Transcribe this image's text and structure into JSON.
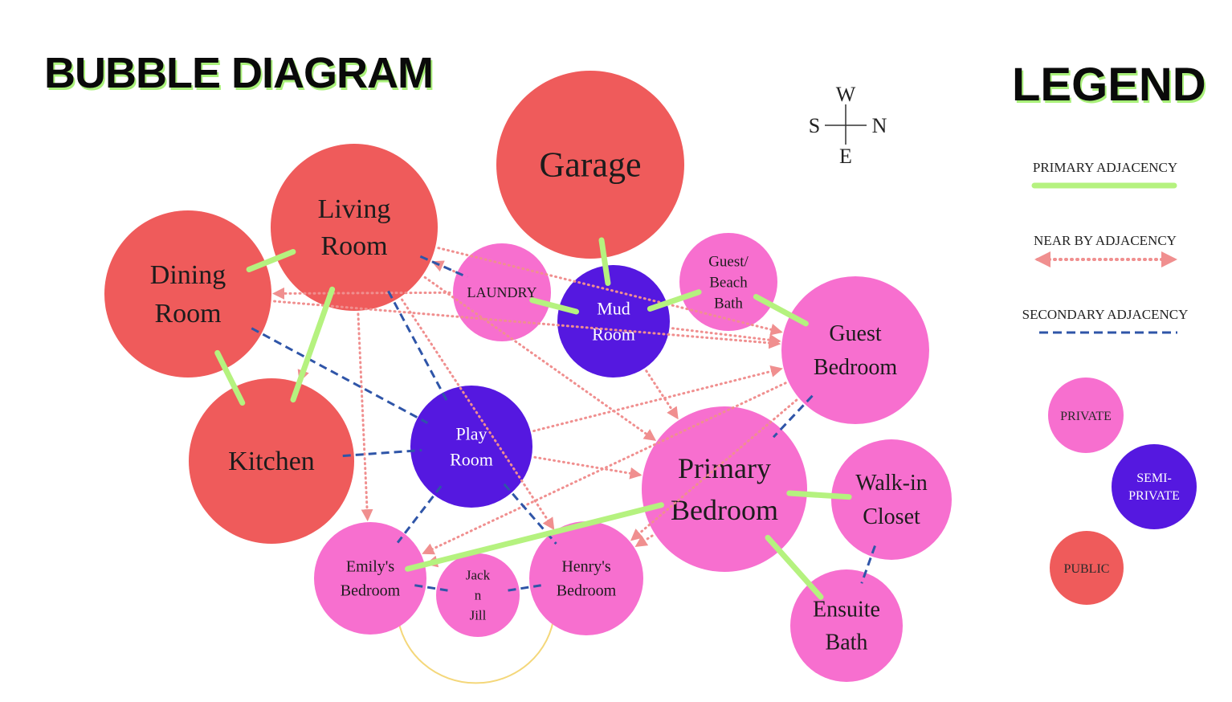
{
  "title": "BUBBLE DIAGRAM",
  "compass": {
    "north": "N",
    "south": "S",
    "east": "E",
    "west": "W"
  },
  "legend": {
    "title": "LEGEND",
    "primary": "PRIMARY ADJACENCY",
    "nearby": "NEAR BY ADJACENCY",
    "secondary": "SECONDARY ADJACENCY",
    "private": "PRIVATE",
    "semi_private": "SEMI-\nPRIVATE",
    "public": "PUBLIC"
  },
  "colors": {
    "public": "#ef5b5b",
    "private": "#f76fcf",
    "semi_private": "#5518e0",
    "primary": "#b5f27f",
    "nearby": "#f08f8f",
    "secondary": "#2f55a8",
    "arc": "#f4d77a"
  },
  "rooms": [
    {
      "id": "garage",
      "label": "Garage",
      "zone": "public"
    },
    {
      "id": "living",
      "label": "Living\nRoom",
      "zone": "public"
    },
    {
      "id": "dining",
      "label": "Dining\nRoom",
      "zone": "public"
    },
    {
      "id": "kitchen",
      "label": "Kitchen",
      "zone": "public"
    },
    {
      "id": "laundry",
      "label": "LAUNDRY",
      "zone": "private"
    },
    {
      "id": "mud",
      "label": "Mud\nRoom",
      "zone": "semi_private"
    },
    {
      "id": "guestbath",
      "label": "Guest/\nBeach\nBath",
      "zone": "private"
    },
    {
      "id": "guestbed",
      "label": "Guest\nBedroom",
      "zone": "private"
    },
    {
      "id": "play",
      "label": "Play\nRoom",
      "zone": "semi_private"
    },
    {
      "id": "primary",
      "label": "Primary\nBedroom",
      "zone": "private"
    },
    {
      "id": "walkin",
      "label": "Walk-in\nCloset",
      "zone": "private"
    },
    {
      "id": "emily",
      "label": "Emily's\nBedroom",
      "zone": "private"
    },
    {
      "id": "jack",
      "label": "Jack\nn\nJill",
      "zone": "private"
    },
    {
      "id": "henry",
      "label": "Henry's\nBedroom",
      "zone": "private"
    },
    {
      "id": "ensuite",
      "label": "Ensuite\nBath",
      "zone": "private"
    }
  ],
  "adjacencies": {
    "primary": [
      [
        "dining",
        "living"
      ],
      [
        "dining",
        "kitchen"
      ],
      [
        "living",
        "kitchen"
      ],
      [
        "garage",
        "mud"
      ],
      [
        "laundry",
        "mud"
      ],
      [
        "mud",
        "guestbath"
      ],
      [
        "guestbath",
        "guestbed"
      ],
      [
        "primary",
        "walkin"
      ],
      [
        "primary",
        "ensuite"
      ],
      [
        "emily",
        "primary"
      ]
    ],
    "secondary": [
      [
        "living",
        "laundry"
      ],
      [
        "living",
        "play"
      ],
      [
        "dining",
        "play"
      ],
      [
        "kitchen",
        "play"
      ],
      [
        "play",
        "emily"
      ],
      [
        "play",
        "henry"
      ],
      [
        "guestbed",
        "primary"
      ],
      [
        "walkin",
        "ensuite"
      ],
      [
        "emily",
        "jack"
      ],
      [
        "jack",
        "henry"
      ]
    ],
    "nearby": [
      [
        "laundry",
        "living"
      ],
      [
        "laundry",
        "dining"
      ],
      [
        "living",
        "guestbed"
      ],
      [
        "dining",
        "guestbed"
      ],
      [
        "living",
        "kitchen"
      ],
      [
        "living",
        "emily"
      ],
      [
        "living",
        "henry"
      ],
      [
        "living",
        "primary"
      ],
      [
        "play",
        "guestbed"
      ],
      [
        "mud",
        "guestbed"
      ],
      [
        "mud",
        "primary"
      ],
      [
        "play",
        "primary"
      ],
      [
        "primary",
        "emily"
      ],
      [
        "guestbed",
        "emily"
      ],
      [
        "primary",
        "henry"
      ],
      [
        "guestbed",
        "henry"
      ]
    ]
  }
}
